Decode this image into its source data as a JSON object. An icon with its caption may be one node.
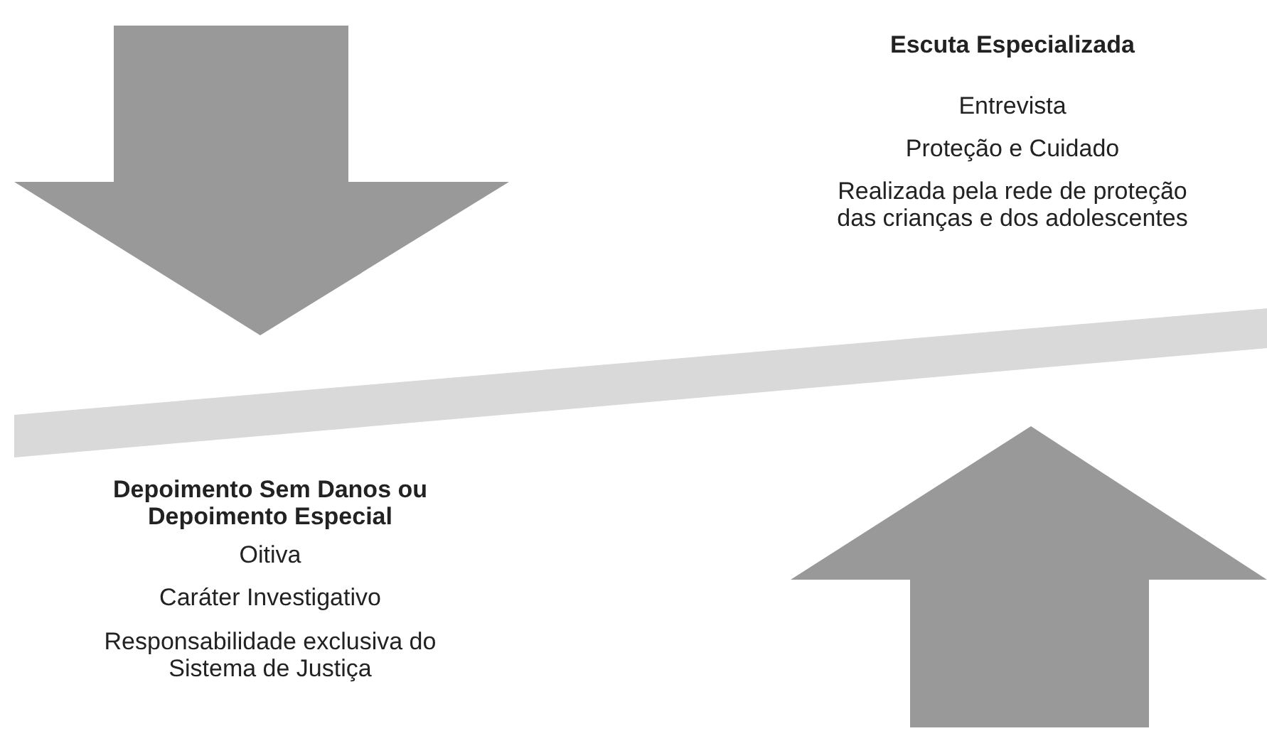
{
  "diagram": {
    "labels": [
      "Escuta Especializada",
      "Entrevista",
      "Proteção e Cuidado",
      "Realizada pela rede de proteção das crianças e dos adolescentes",
      "Depoimento Sem Danos ou Depoimento Especial",
      "Oitiva",
      "Caráter Investigativo",
      "Responsabilidade exclusiva do Sistema de Justiça"
    ]
  }
}
